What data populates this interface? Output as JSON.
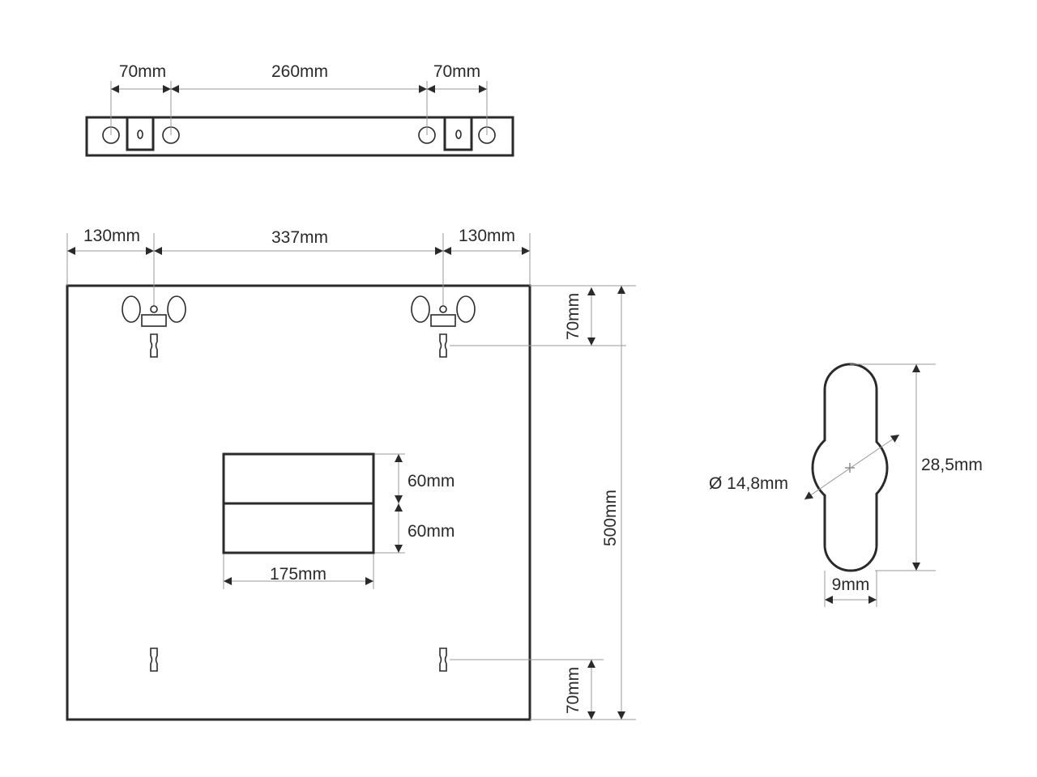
{
  "top_view": {
    "dims": [
      "70mm",
      "260mm",
      "70mm"
    ]
  },
  "front_view": {
    "top_dims": [
      "130mm",
      "337mm",
      "130mm"
    ],
    "right_dims": {
      "top_offset": "70mm",
      "height": "500mm",
      "bottom_offset": "70mm"
    },
    "cutout_dims": {
      "upper_height": "60mm",
      "lower_height": "60mm",
      "width": "175mm"
    }
  },
  "keyhole_detail": {
    "diameter": "Ø 14,8mm",
    "length": "28,5mm",
    "slot_width": "9mm"
  }
}
